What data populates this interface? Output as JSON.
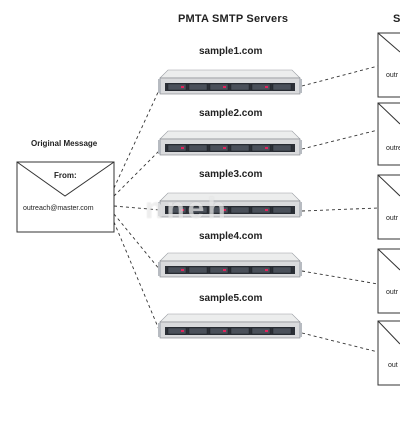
{
  "title": "PMTA SMTP Servers",
  "right_header": "S",
  "original": {
    "label": "Original Message",
    "from_label": "From:",
    "address": "outreach@master.com"
  },
  "servers": [
    {
      "host": "sample1.com",
      "out_label": "outr"
    },
    {
      "host": "sample2.com",
      "out_label": "outre"
    },
    {
      "host": "sample3.com",
      "out_label": "outr"
    },
    {
      "host": "sample4.com",
      "out_label": "outr"
    },
    {
      "host": "sample5.com",
      "out_label": "out"
    }
  ],
  "watermark": "nneh",
  "icons": {
    "envelope": "envelope-icon",
    "server": "rack-server-icon"
  },
  "colors": {
    "line": "#333333",
    "server_body": "#d9dadc",
    "server_panel": "#2b2f36",
    "drive_light": "#e0245e"
  }
}
